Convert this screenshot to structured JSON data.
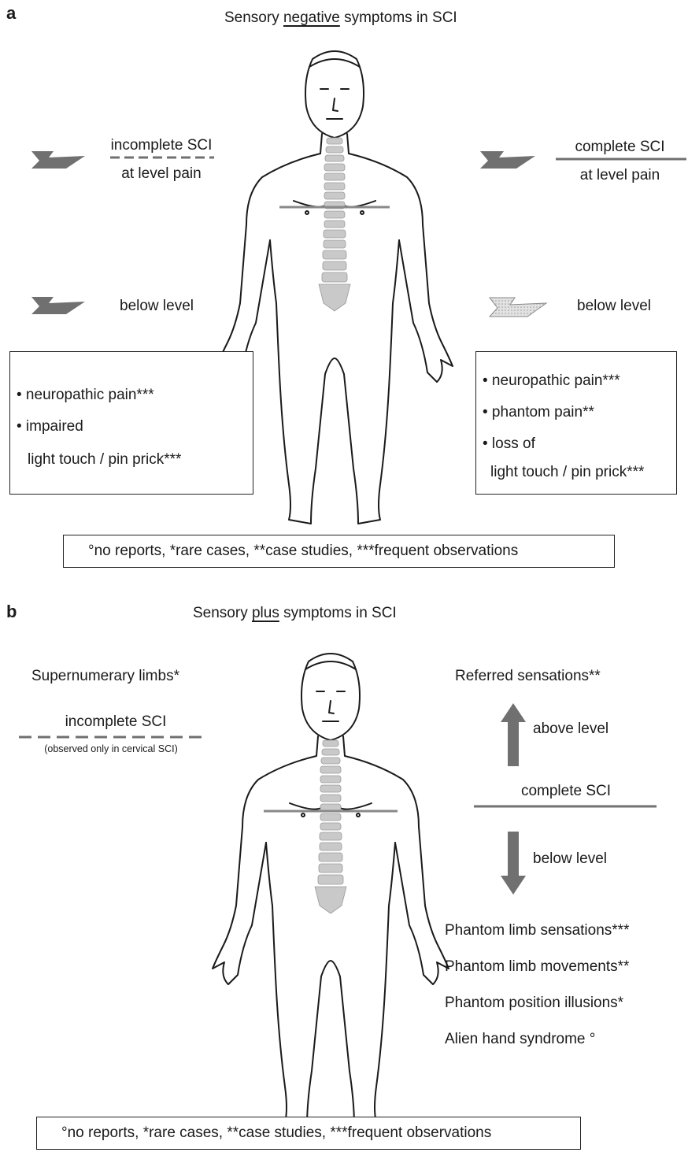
{
  "panel_a": {
    "letter": "a",
    "title_pre": "Sensory ",
    "title_emph": "negative",
    "title_post": " symptoms in SCI",
    "left": {
      "label_top": "incomplete SCI",
      "label_bottom": "at level pain",
      "below": "below level",
      "box_items": [
        "• neuropathic pain***",
        "• impaired",
        "light touch / pin prick***"
      ]
    },
    "right": {
      "label_top": "complete SCI",
      "label_bottom": "at level pain",
      "below": "below level",
      "box_items": [
        "• neuropathic pain***",
        "• phantom pain**",
        "• loss of",
        "light touch / pin prick***"
      ]
    },
    "legend": "°no reports, *rare cases, **case studies, ***frequent observations"
  },
  "panel_b": {
    "letter": "b",
    "title_pre": "Sensory ",
    "title_emph": "plus",
    "title_post": " symptoms in SCI",
    "left": {
      "heading": "Supernumerary limbs*",
      "label": "incomplete SCI",
      "note": "(observed only in cervical SCI)"
    },
    "right": {
      "heading": "Referred sensations**",
      "above": "above level",
      "label": "complete SCI",
      "below": "below level",
      "list": [
        "Phantom limb sensations***",
        "Phantom limb movements**",
        "Phantom position illusions*",
        "Alien hand syndrome °"
      ]
    },
    "legend": "°no reports, *rare cases, **case studies, ***frequent observations"
  },
  "colors": {
    "line": "#1a1a1a",
    "arrow": "#707070",
    "spine": "#c9c9c9",
    "level": "#8a8a8a"
  }
}
